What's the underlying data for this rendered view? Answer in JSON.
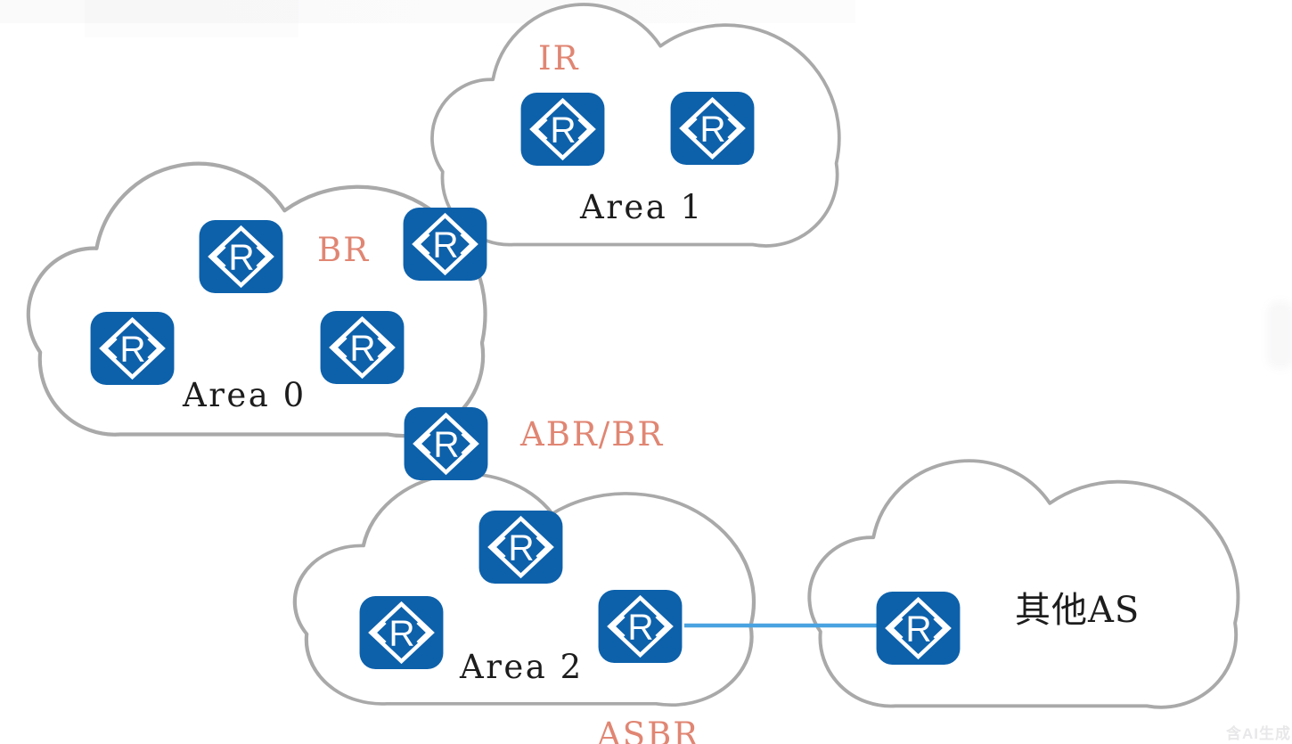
{
  "diagram": {
    "type": "ospf-network-topology",
    "clouds": [
      {
        "id": "area1",
        "label": "Area 1",
        "routers": 2
      },
      {
        "id": "area0",
        "label": "Area 0",
        "routers": 3
      },
      {
        "id": "area2",
        "label": "Area 2",
        "routers": 3
      },
      {
        "id": "other_as",
        "label": "其他AS",
        "routers": 1
      }
    ],
    "boundary_routers": 2,
    "role_labels": [
      {
        "id": "ir",
        "text": "IR"
      },
      {
        "id": "br",
        "text": "BR"
      },
      {
        "id": "abr",
        "text": "ABR/BR"
      },
      {
        "id": "asbr",
        "text": "ASBR"
      }
    ],
    "connections": [
      {
        "from": "Area 2 ASBR router",
        "to": "其他AS router",
        "style": "solid-light-blue"
      }
    ],
    "icons": {
      "router": "huawei-router-R-icon"
    },
    "colors": {
      "router_blue": "#0d61ab",
      "cloud_border": "#a9a9a9",
      "role_label_salmon": "#e08673",
      "area_label_black": "#1d1d1d",
      "link_blue": "#4aa3e0"
    },
    "watermark": "含AI生成"
  }
}
